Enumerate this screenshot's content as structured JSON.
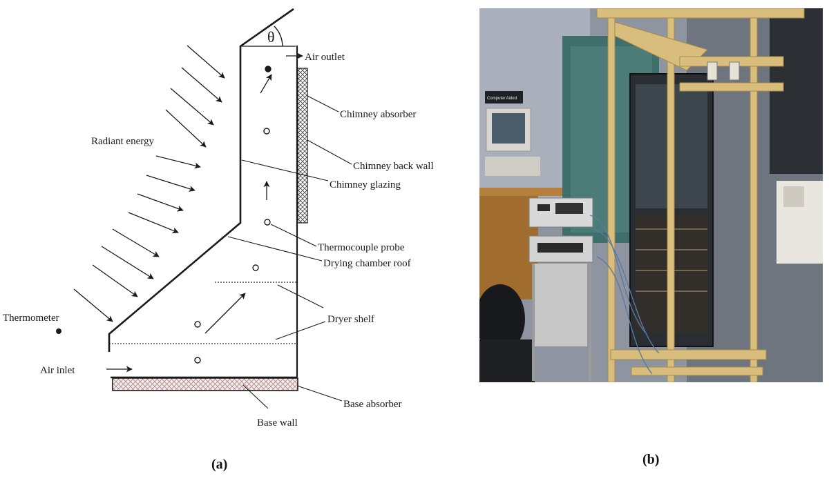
{
  "panel_a": {
    "caption": "(a)",
    "theta": "θ",
    "labels": {
      "air_outlet": "Air outlet",
      "chimney_absorber": "Chimney absorber",
      "radiant_energy": "Radiant energy",
      "chimney_back_wall": "Chimney back wall",
      "chimney_glazing": "Chimney glazing",
      "thermocouple_probe": "Thermocouple probe",
      "drying_chamber_roof": "Drying chamber roof",
      "thermometer": "Thermometer",
      "dryer_shelf": "Dryer shelf",
      "air_inlet": "Air inlet",
      "base_absorber": "Base absorber",
      "base_wall": "Base wall"
    }
  },
  "panel_b": {
    "caption": "(b)",
    "sign_text": "Computer Aided"
  },
  "colors": {
    "line": "#1a1a1a",
    "absorber_fill": "#f4eded",
    "hatch": "#b38a8a",
    "wood": "#d9bd7c"
  }
}
